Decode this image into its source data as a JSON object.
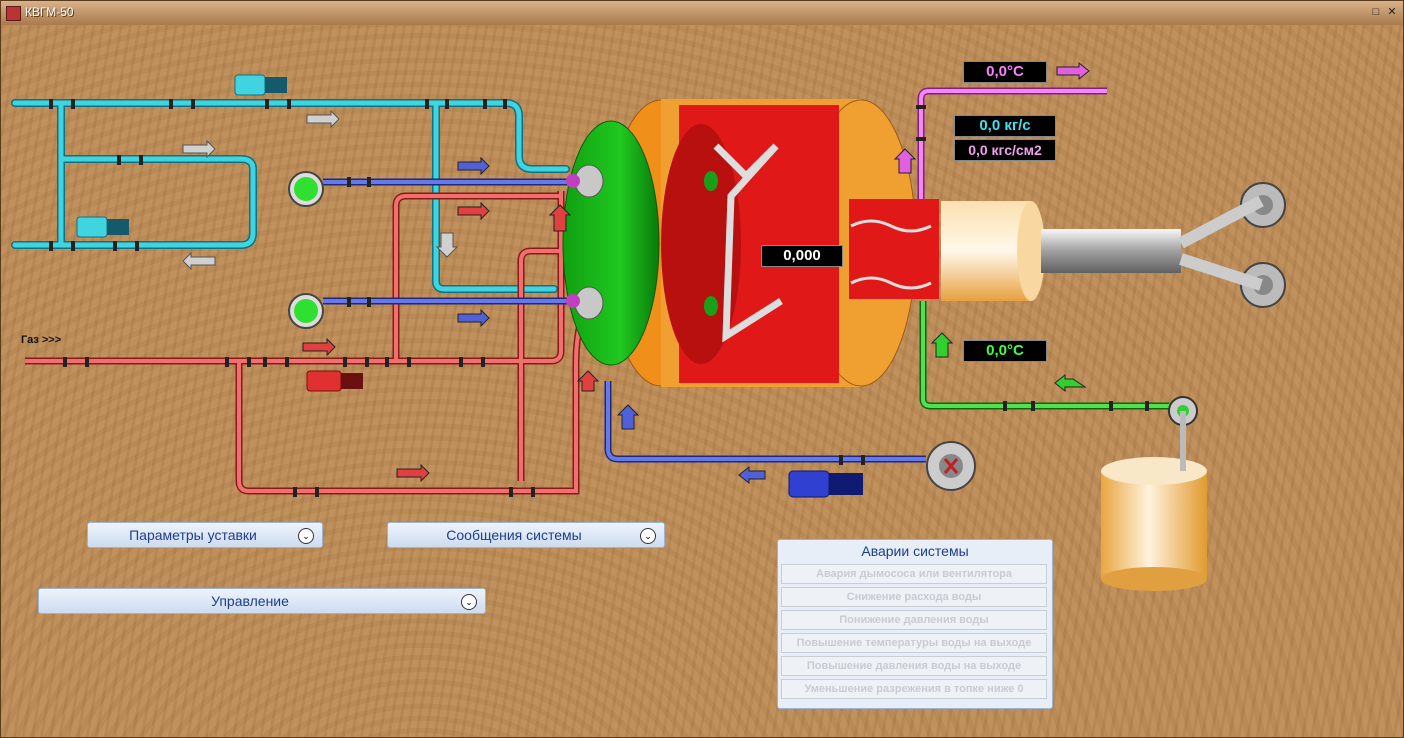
{
  "window": {
    "title": "КВГМ-50"
  },
  "readouts": {
    "flue_temp": "0,0°C",
    "flow": "0,0 кг/с",
    "pressure": "0,0 кгс/см2",
    "center_value": "0,000",
    "water_in_temp": "0,0°C"
  },
  "labels": {
    "gas": "Газ  >>>"
  },
  "panels": {
    "setpoints": "Параметры уставки",
    "messages": "Сообщения системы",
    "control": "Управление"
  },
  "alarms": {
    "title": "Аварии системы",
    "items": [
      "Авария дымососа или вентилятора",
      "Снижение расхода воды",
      "Понижение давления воды",
      "Повышение температуры воды на выходе",
      "Повышение давления воды на выходе",
      "Уменьшение разрежения в топке ниже 0"
    ]
  },
  "colors": {
    "water_cyan": "#3fd4e0",
    "gas_red": "#e04040",
    "air_blue": "#5060d8",
    "hot_magenta": "#e060e0",
    "return_green": "#30d030",
    "furnace_red": "#e01818",
    "burner_green": "#18b818",
    "shell_orange": "#f0901a"
  }
}
